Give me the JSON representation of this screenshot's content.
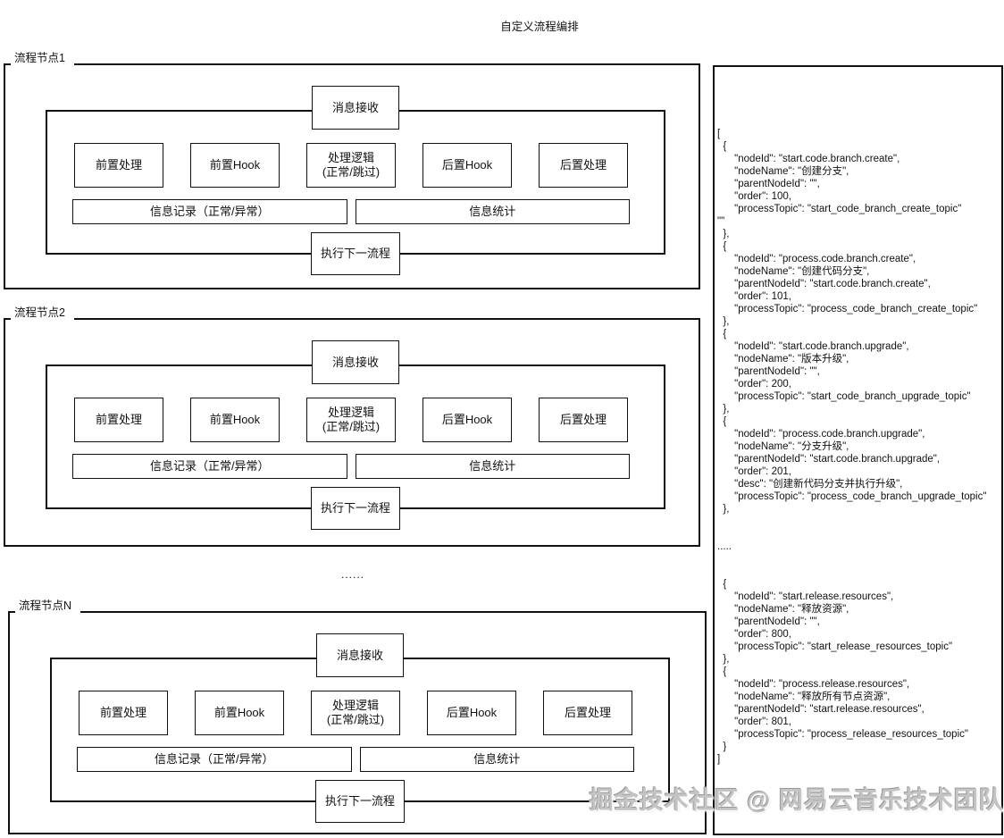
{
  "title": "自定义流程编排",
  "ellipsis": "......",
  "nodes": [
    {
      "label": "流程节点1"
    },
    {
      "label": "流程节点2"
    },
    {
      "label": "流程节点N"
    }
  ],
  "node_blocks": {
    "receive": "消息接收",
    "pre_process": "前置处理",
    "pre_hook": "前置Hook",
    "logic": "处理逻辑\n(正常/跳过)",
    "post_hook": "后置Hook",
    "post_process": "后置处理",
    "record": "信息记录（正常/异常）",
    "stats": "信息统计",
    "next": "执行下一流程"
  },
  "code_panel": {
    "text": "[\n  {\n      \"nodeId\": \"start.code.branch.create\",\n      \"nodeName\": \"创建分支\",\n      \"parentNodeId\": \"\",\n      \"order\": 100,\n      \"processTopic\": \"start_code_branch_create_topic\"\n\"\"\n  },\n  {\n      \"nodeId\": \"process.code.branch.create\",\n      \"nodeName\": \"创建代码分支\",\n      \"parentNodeId\": \"start.code.branch.create\",\n      \"order\": 101,\n      \"processTopic\": \"process_code_branch_create_topic\"\n  },\n  {\n      \"nodeId\": \"start.code.branch.upgrade\",\n      \"nodeName\": \"版本升级\",\n      \"parentNodeId\": \"\",\n      \"order\": 200,\n      \"processTopic\": \"start_code_branch_upgrade_topic\"\n  },\n  {\n      \"nodeId\": \"process.code.branch.upgrade\",\n      \"nodeName\": \"分支升级\",\n      \"parentNodeId\": \"start.code.branch.upgrade\",\n      \"order\": 201,\n      \"desc\": \"创建新代码分支并执行升级\",\n      \"processTopic\": \"process_code_branch_upgrade_topic\"\n  },\n\n\n.....\n\n\n  {\n      \"nodeId\": \"start.release.resources\",\n      \"nodeName\": \"释放资源\",\n      \"parentNodeId\": \"\",\n      \"order\": 800,\n      \"processTopic\": \"start_release_resources_topic\"\n  },\n  {\n      \"nodeId\": \"process.release.resources\",\n      \"nodeName\": \"释放所有节点资源\",\n      \"parentNodeId\": \"start.release.resources\",\n      \"order\": 801,\n      \"processTopic\": \"process_release_resources_topic\"\n  }\n]"
  },
  "watermark": "掘金技术社区 @ 网易云音乐技术团队"
}
